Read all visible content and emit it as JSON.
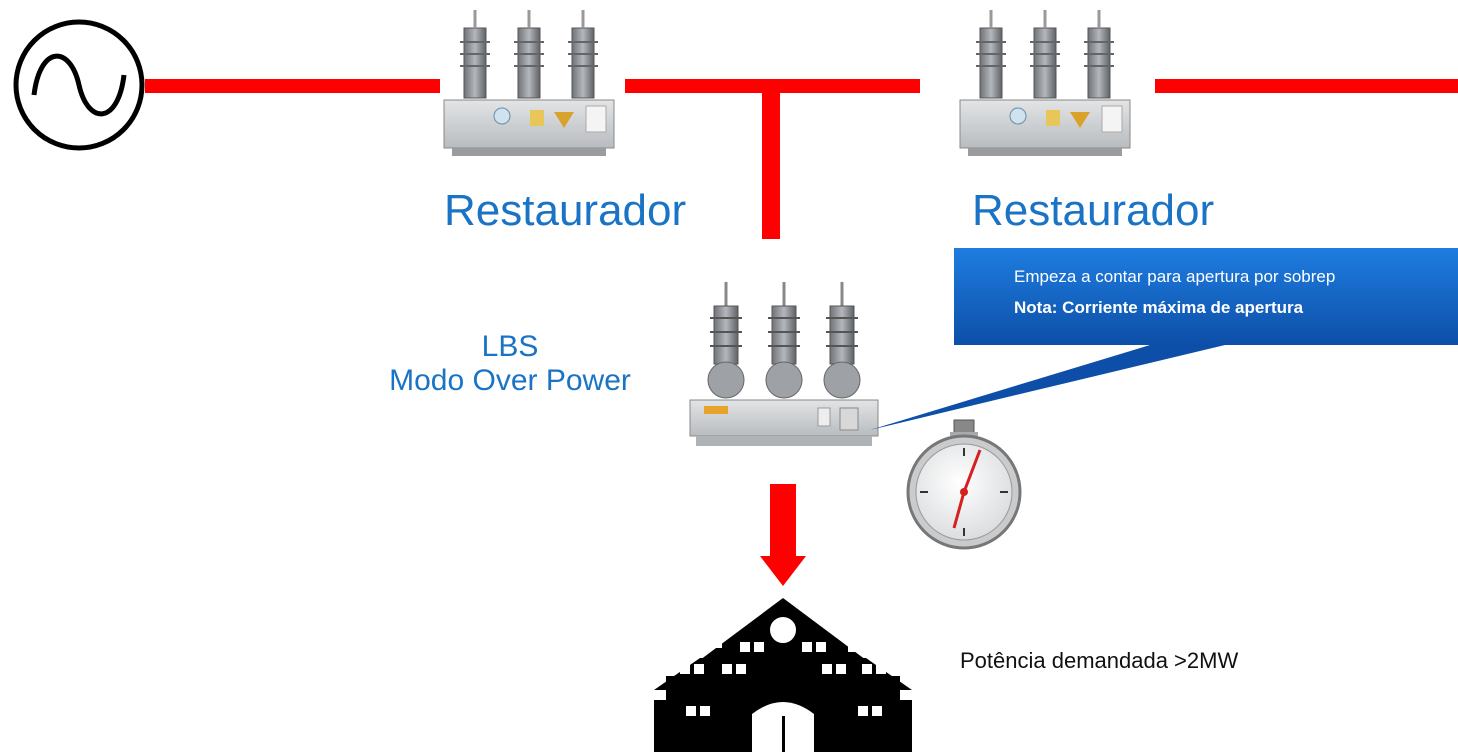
{
  "diagram": {
    "restaurador_1_label": "Restaurador",
    "restaurador_2_label": "Restaurador",
    "lbs_title": "LBS",
    "lbs_mode": "Modo Over Power",
    "callout": {
      "line1": "Empeza a contar para apertura por sobrep",
      "line2": "Nota: Corriente máxima de apertura"
    },
    "load_label": "Potência demandada >2MW"
  },
  "colors": {
    "line_red": "#ff0000",
    "label_blue": "#1a73c4",
    "callout_blue": "#1565c0"
  }
}
